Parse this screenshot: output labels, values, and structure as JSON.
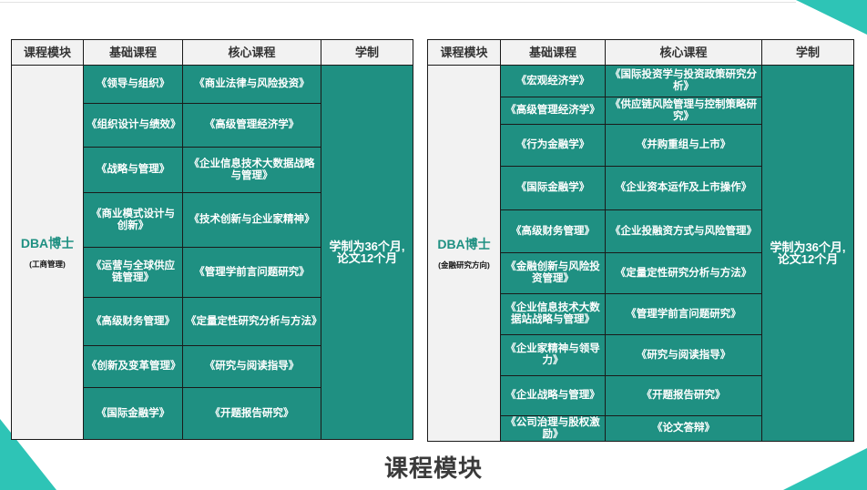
{
  "accent_color": "#1f9082",
  "decor_color": "#2ec4b6",
  "page_title": "课程模块",
  "tables": [
    {
      "headers": [
        "课程模块",
        "基础课程",
        "核心课程",
        "学制"
      ],
      "degree_name": "DBA博士",
      "degree_sub": "(工商管理)",
      "duration": [
        "学制为36个月,",
        "论文12个月"
      ],
      "rows": [
        [
          "《领导与组织》",
          "《商业法律与风险投资》"
        ],
        [
          "《组织设计与绩效》",
          "《高级管理经济学》"
        ],
        [
          "《战略与管理》",
          "《企业信息技术大数据战略与管理》"
        ],
        [
          "《商业模式设计与创新》",
          "《技术创新与企业家精神》"
        ],
        [
          "《运营与全球供应链管理》",
          "《管理学前言问题研究》"
        ],
        [
          "《高级财务管理》",
          "《定量定性研究分析与方法》"
        ],
        [
          "《创新及变革管理》",
          "《研究与阅读指导》"
        ],
        [
          "《国际金融学》",
          "《开题报告研究》"
        ]
      ]
    },
    {
      "headers": [
        "课程模块",
        "基础课程",
        "核心课程",
        "学制"
      ],
      "degree_name": "DBA博士",
      "degree_sub": "(金融研究方向)",
      "duration": [
        "学制为36个月,",
        "论文12个月"
      ],
      "rows": [
        [
          "《宏观经济学》",
          "《国际投资学与投资政策研究分析》"
        ],
        [
          "《高级管理经济学》",
          "《供应链风险管理与控制策略研究》"
        ],
        [
          "《行为金融学》",
          "《并购重组与上市》"
        ],
        [
          "《国际金融学》",
          "《企业资本运作及上市操作》"
        ],
        [
          "《高级财务管理》",
          "《企业投融资方式与风险管理》"
        ],
        [
          "《金融创新与风险投资管理》",
          "《定量定性研究分析与方法》"
        ],
        [
          "《企业信息技术大数据站战略与管理》",
          "《管理学前言问题研究》"
        ],
        [
          "《企业家精神与领导力》",
          "《研究与阅读指导》"
        ],
        [
          "《企业战略与管理》",
          "《开题报告研究》"
        ],
        [
          "《公司治理与股权激励》",
          "《论文答辩》"
        ]
      ]
    }
  ]
}
